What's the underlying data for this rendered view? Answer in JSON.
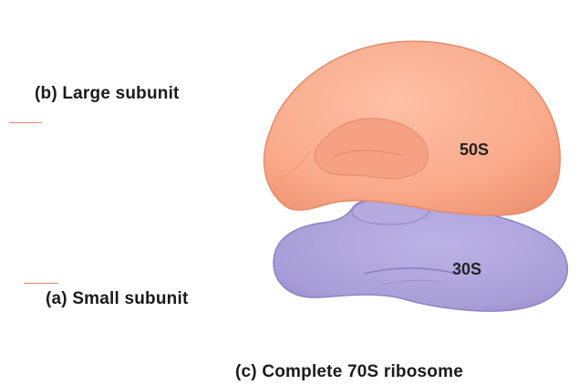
{
  "labels": {
    "large": {
      "letter": "(b)",
      "text": "Large subunit"
    },
    "small": {
      "letter": "(a)",
      "text": "Small subunit"
    },
    "complete": {
      "letter": "(c)",
      "text": "Complete 70S ribosome"
    }
  },
  "subunits": {
    "large": "50S",
    "small": "30S"
  },
  "colors": {
    "large_fill": "#f9a98a",
    "large_shade": "#ee9473",
    "small_fill": "#a89ed8",
    "small_shade": "#9286c8",
    "text": "#1a1a1a",
    "tick": "#e9866a"
  }
}
